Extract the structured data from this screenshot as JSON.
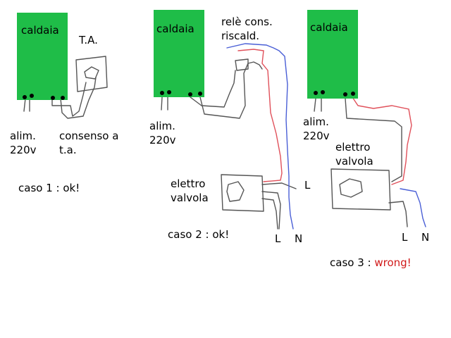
{
  "colors": {
    "boiler_green": "#1fbd48",
    "wire_dark": "#555555",
    "wire_red": "#e0505a",
    "wire_blue": "#4a5fd6",
    "wrong_red": "#d11a1a"
  },
  "case1": {
    "boiler_label": "caldaia",
    "ta_label": "T.A.",
    "power_label_1": "alim.",
    "power_label_2": "220v",
    "consent_label_1": "consenso a",
    "consent_label_2": "t.a.",
    "caption": "caso 1 : ok!"
  },
  "case2": {
    "boiler_label": "caldaia",
    "relay_label_1": "relè cons.",
    "relay_label_2": "riscald.",
    "power_label_1": "alim.",
    "power_label_2": "220v",
    "valve_label_1": "elettro",
    "valve_label_2": "valvola",
    "l_side": "L",
    "l_bottom": "L",
    "n_bottom": "N",
    "caption": "caso 2 : ok!"
  },
  "case3": {
    "boiler_label": "caldaia",
    "power_label_1": "alim.",
    "power_label_2": "220v",
    "valve_label_1": "elettro",
    "valve_label_2": "valvola",
    "l_bottom": "L",
    "n_bottom": "N",
    "caption_prefix": "caso 3 : ",
    "caption_wrong": "wrong!"
  }
}
